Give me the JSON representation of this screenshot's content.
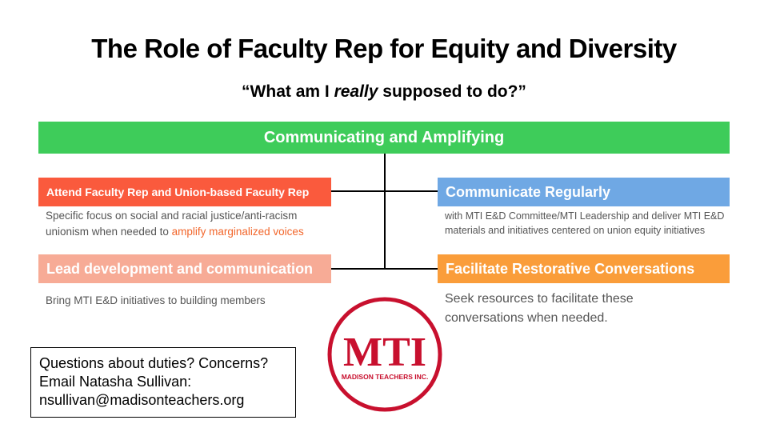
{
  "title": "The Role of Faculty Rep for Equity and Diversity",
  "subtitle": {
    "before": "“What am I ",
    "emphasis": "really",
    "after": " supposed to do?”"
  },
  "banner": "Communicating and Amplifying",
  "left_top": {
    "heading": "Attend Faculty Rep and Union-based Faculty Rep",
    "desc_part1": "Specific focus on social and racial justice/anti-racism unionism when needed to ",
    "desc_highlight": "amplify marginalized voices"
  },
  "right_top": {
    "heading": "Communicate Regularly",
    "desc": "with MTI E&D Committee/MTI Leadership and deliver MTI E&D materials and initiatives centered on union equity initiatives"
  },
  "left_bottom": {
    "heading": "Lead development and communication",
    "desc": "Bring MTI E&D initiatives to building members"
  },
  "right_bottom": {
    "heading": "Facilitate Restorative Conversations",
    "desc": "Seek resources to facilitate these conversations when needed."
  },
  "contact": {
    "line1": "Questions about duties? Concerns?",
    "line2": "Email Natasha Sullivan:",
    "line3": "nsullivan@madisonteachers.org"
  },
  "logo": {
    "letters": "MTI",
    "name": "MADISON TEACHERS INC."
  },
  "colors": {
    "banner": "#3ecc5a",
    "left_top": "#fa5a3d",
    "right_top": "#6fa8e4",
    "left_bottom": "#f7ab96",
    "right_bottom": "#fa9d3a",
    "logo_red": "#c8102e"
  }
}
